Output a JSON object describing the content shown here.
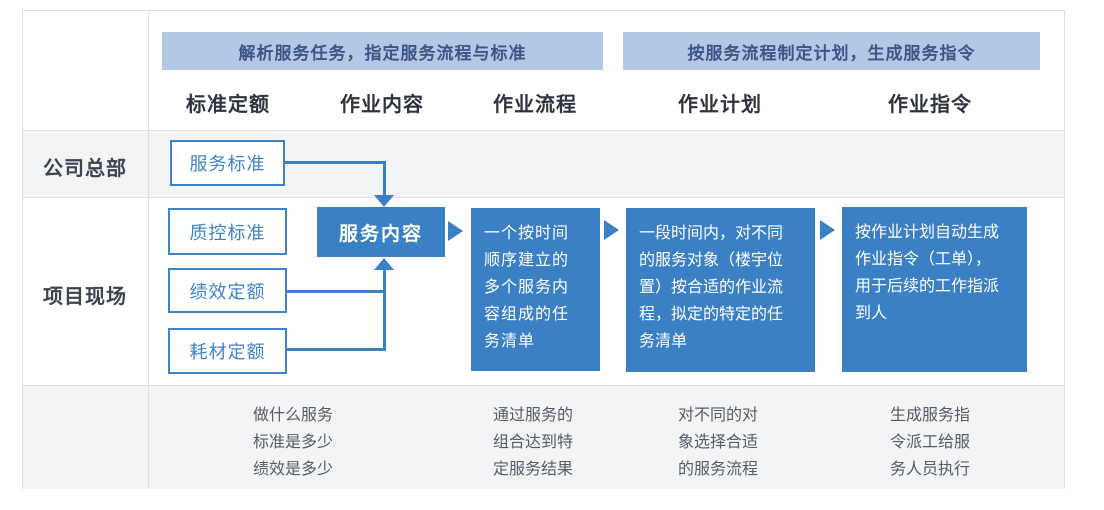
{
  "banners": {
    "left": "解析服务任务，指定服务流程与标准",
    "right": "按服务流程制定计划，生成服务指令"
  },
  "columns": {
    "c1": "标准定额",
    "c2": "作业内容",
    "c3": "作业流程",
    "c4": "作业计划",
    "c5": "作业指令"
  },
  "row_labels": {
    "hq": "公司总部",
    "site": "项目现场"
  },
  "boxes": {
    "service_standard": "服务标准",
    "qc_standard": "质控标准",
    "performance_quota": "绩效定额",
    "consumable_quota": "耗材定额",
    "service_content": "服务内容",
    "work_process": {
      "l1": "一个按时间",
      "l2": "顺序建立的",
      "l3": "多个服务内",
      "l4": "容组成的任",
      "l5": "务清单"
    },
    "work_plan": {
      "l1": "一段时间内，对不同",
      "l2": "的服务对象（楼宇位",
      "l3": "置）按合适的作业流",
      "l4": "程，拟定的特定的任",
      "l5": "务清单"
    },
    "work_order": {
      "l1": "按作业计划自动生成",
      "l2": "作业指令（工单），",
      "l3": "用于后续的工作指派",
      "l4": "到人"
    }
  },
  "notes": {
    "n1": {
      "l1": "做什么服务",
      "l2": "标准是多少",
      "l3": "绩效是多少"
    },
    "n2": {
      "l1": "通过服务的",
      "l2": "组合达到特",
      "l3": "定服务结果"
    },
    "n3": {
      "l1": "对不同的对",
      "l2": "象选择合适",
      "l3": "的服务流程"
    },
    "n4": {
      "l1": "生成服务指",
      "l2": "令派工给服",
      "l3": "务人员执行"
    }
  },
  "colors": {
    "accent_blue": "#3b80c4",
    "banner_bg": "#b3c7e6",
    "banner_text": "#3d5583",
    "row_bg": "#f3f4f6",
    "grid_line": "#dcdee2"
  }
}
